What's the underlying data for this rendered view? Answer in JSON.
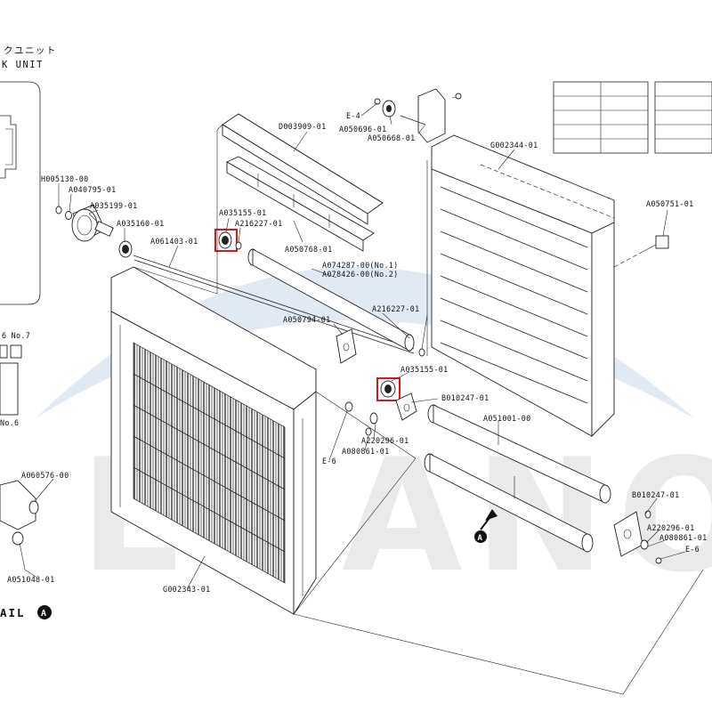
{
  "header": {
    "title_jp": "クユニット",
    "title_en": "K UNIT"
  },
  "watermark": {
    "text": "ENANO",
    "arc_color": "#c9d9ea",
    "text_color": "#d9d9d9"
  },
  "highlight": {
    "color": "#e0121f"
  },
  "detail": {
    "label": "AIL",
    "marker": "A"
  },
  "side_labels": {
    "no7": "6 No.7",
    "no6": "No.6"
  },
  "parts": {
    "e4": "E-4",
    "a050696": "A050696-01",
    "a050668": "A050668-01",
    "d003909": "D003909-01",
    "g002344": "G002344-01",
    "h005130": "H005130-00",
    "a040795": "A040795-01",
    "a035199": "A035199-01",
    "a035160": "A035160-01",
    "a061403": "A061403-01",
    "a035155_top": "A035155-01",
    "a216227_top": "A216227-01",
    "a050768": "A050768-01",
    "a050751": "A050751-01",
    "a074287": "A074287-00(No.1)",
    "a078426": "A078426-00(No.2)",
    "a216227_mid": "A216227-01",
    "a050794": "A050794-01",
    "a035155_mid": "A035155-01",
    "b010247_mid": "B010247-01",
    "a051001": "A051001-00",
    "a220296_mid": "A220296-01",
    "a080861_mid": "A080861-01",
    "e6_mid": "E-6",
    "a060576": "A060576-00",
    "a051048": "A051048-01",
    "b010247_right": "B010247-01",
    "a220296_right": "A220296-01",
    "a080861_right": "A080861-01",
    "e6_right": "E-6",
    "g002343": "G002343-01"
  },
  "marker_a": "A"
}
